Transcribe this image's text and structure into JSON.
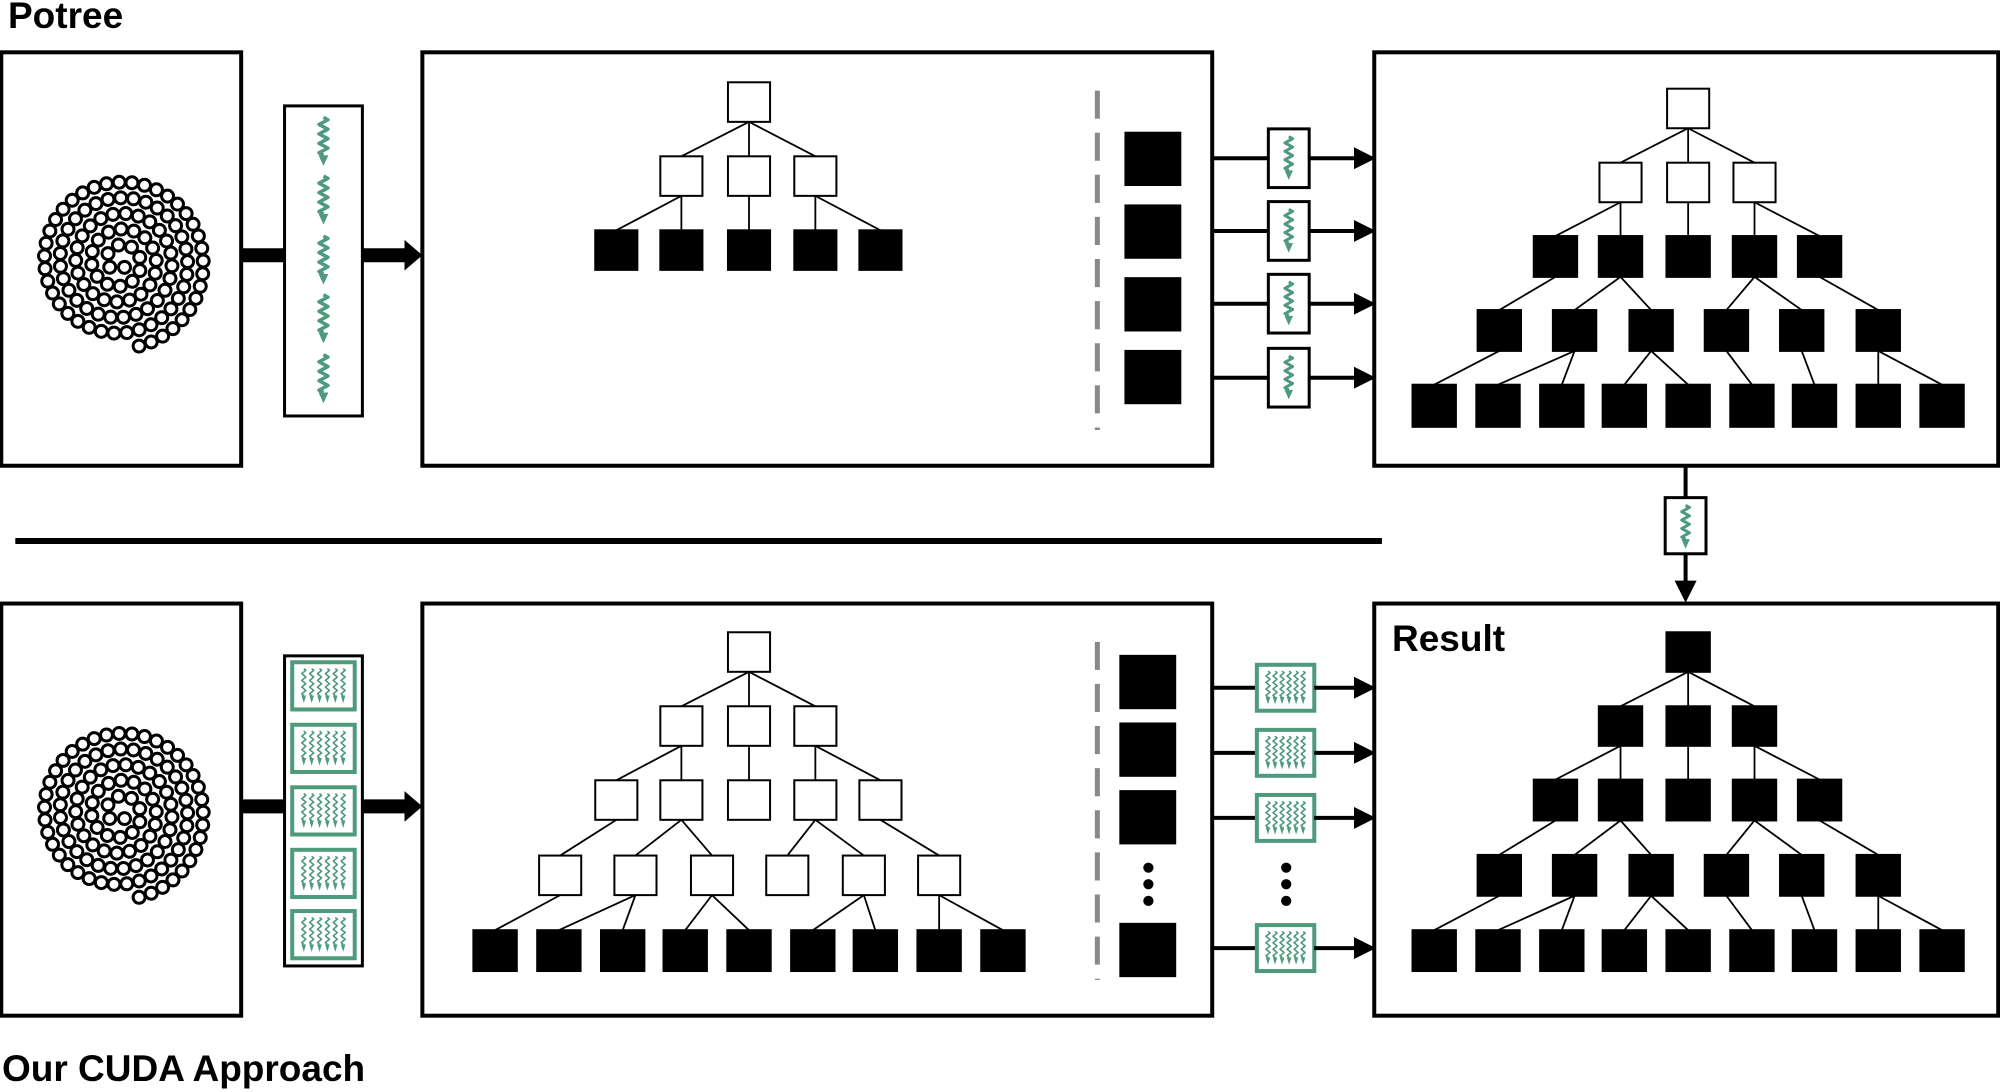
{
  "labels": {
    "top_pipeline": "Potree",
    "bottom_pipeline": "Our CUDA Approach",
    "result": "Result"
  },
  "colors": {
    "thread": "#4e9a7c",
    "thread_box_border": "#4e9a7c",
    "node_filled": "#000000",
    "node_empty": "#ffffff",
    "separator_dashed": "#888888",
    "frame": "#000000"
  },
  "icons": {
    "point_cloud": "spiral-point-cloud-icon",
    "single_thread": "single-thread-wavy-arrow-icon",
    "thread_block": "multi-thread-block-icon",
    "ellipsis": "vertical-ellipsis-icon"
  }
}
